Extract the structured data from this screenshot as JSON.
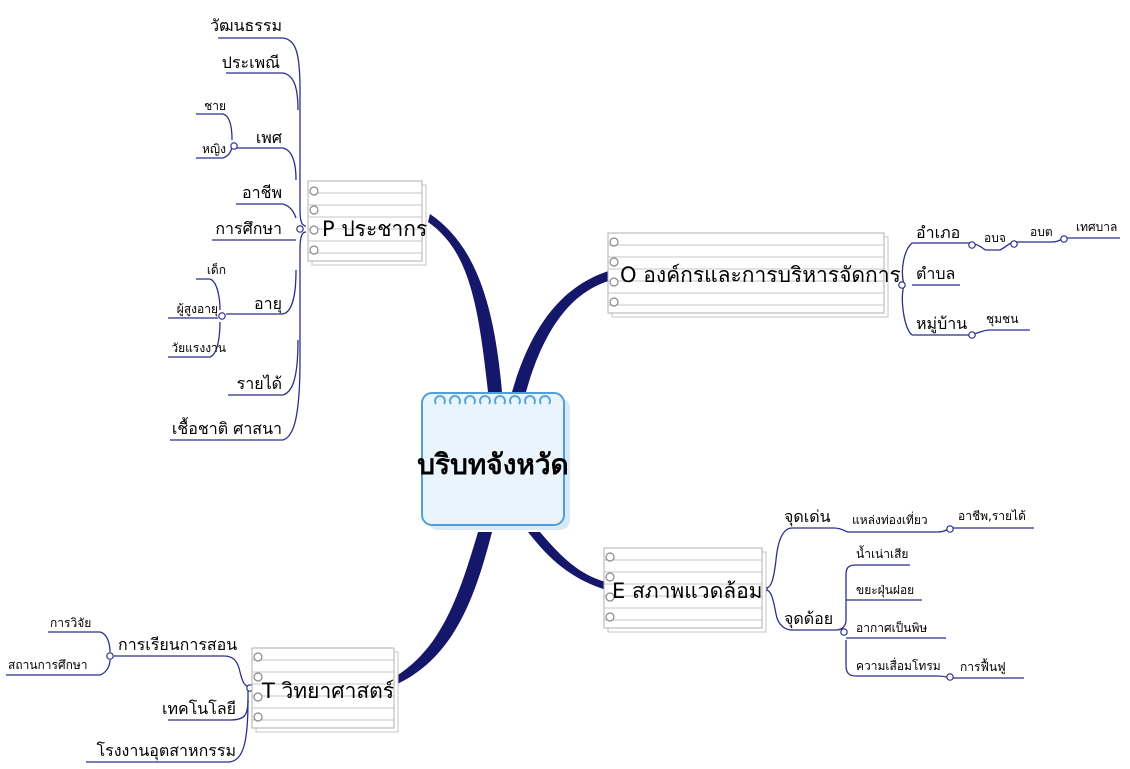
{
  "center": {
    "label": "บริบทจังหวัด"
  },
  "branches": {
    "P": {
      "title": "P ประชากร",
      "items": {
        "culture": "วัฒนธรรม",
        "tradition": "ประเพณี",
        "gender": "เพศ",
        "male": "ชาย",
        "female": "หญิง",
        "occupation": "อาชีพ",
        "education": "การศึกษา",
        "age": "อายุ",
        "child": "เด็ก",
        "elderly": "ผู้สูงอายุ",
        "working_age": "วัยแรงงาน",
        "income": "รายได้",
        "ethnicity_religion": "เชื้อชาติ ศาสนา"
      }
    },
    "O": {
      "title": "O องค์กรและการบริหารจัดการ",
      "items": {
        "district": "อำเภอ",
        "provincial_admin": "อบจ",
        "subdistrict_admin": "อบต",
        "municipality": "เทศบาล",
        "subdistrict": "ตำบล",
        "village": "หมู่บ้าน",
        "community": "ชุมชน"
      }
    },
    "E": {
      "title": "E สภาพแวดล้อม",
      "items": {
        "strength": "จุดเด่น",
        "attractions": "แหล่งท่องเที่ยว",
        "career_income": "อาชีพ,รายได้",
        "weakness": "จุดด้อย",
        "wastewater": "น้ำเน่าเสีย",
        "dust": "ขยะฝุ่นฝอย",
        "toxic_air": "อากาศเป็นพิษ",
        "degradation": "ความเสื่อมโทรม",
        "restoration": "การฟื้นฟู"
      }
    },
    "T": {
      "title": "T วิทยาศาสตร์",
      "items": {
        "teaching": "การเรียนการสอน",
        "research": "การวิจัย",
        "institutions": "สถานการศึกษา",
        "technology": "เทคโนโลยี",
        "factories": "โรงงานอุตสาหกรรม"
      }
    }
  },
  "colors": {
    "connector": "#2b2f8c",
    "branch_curve": "#15176b",
    "center_fill": "#eaf4fd",
    "center_border": "#4f9fdc",
    "spiral": "#5aa4de",
    "note_lines": "#c4c4c4"
  }
}
